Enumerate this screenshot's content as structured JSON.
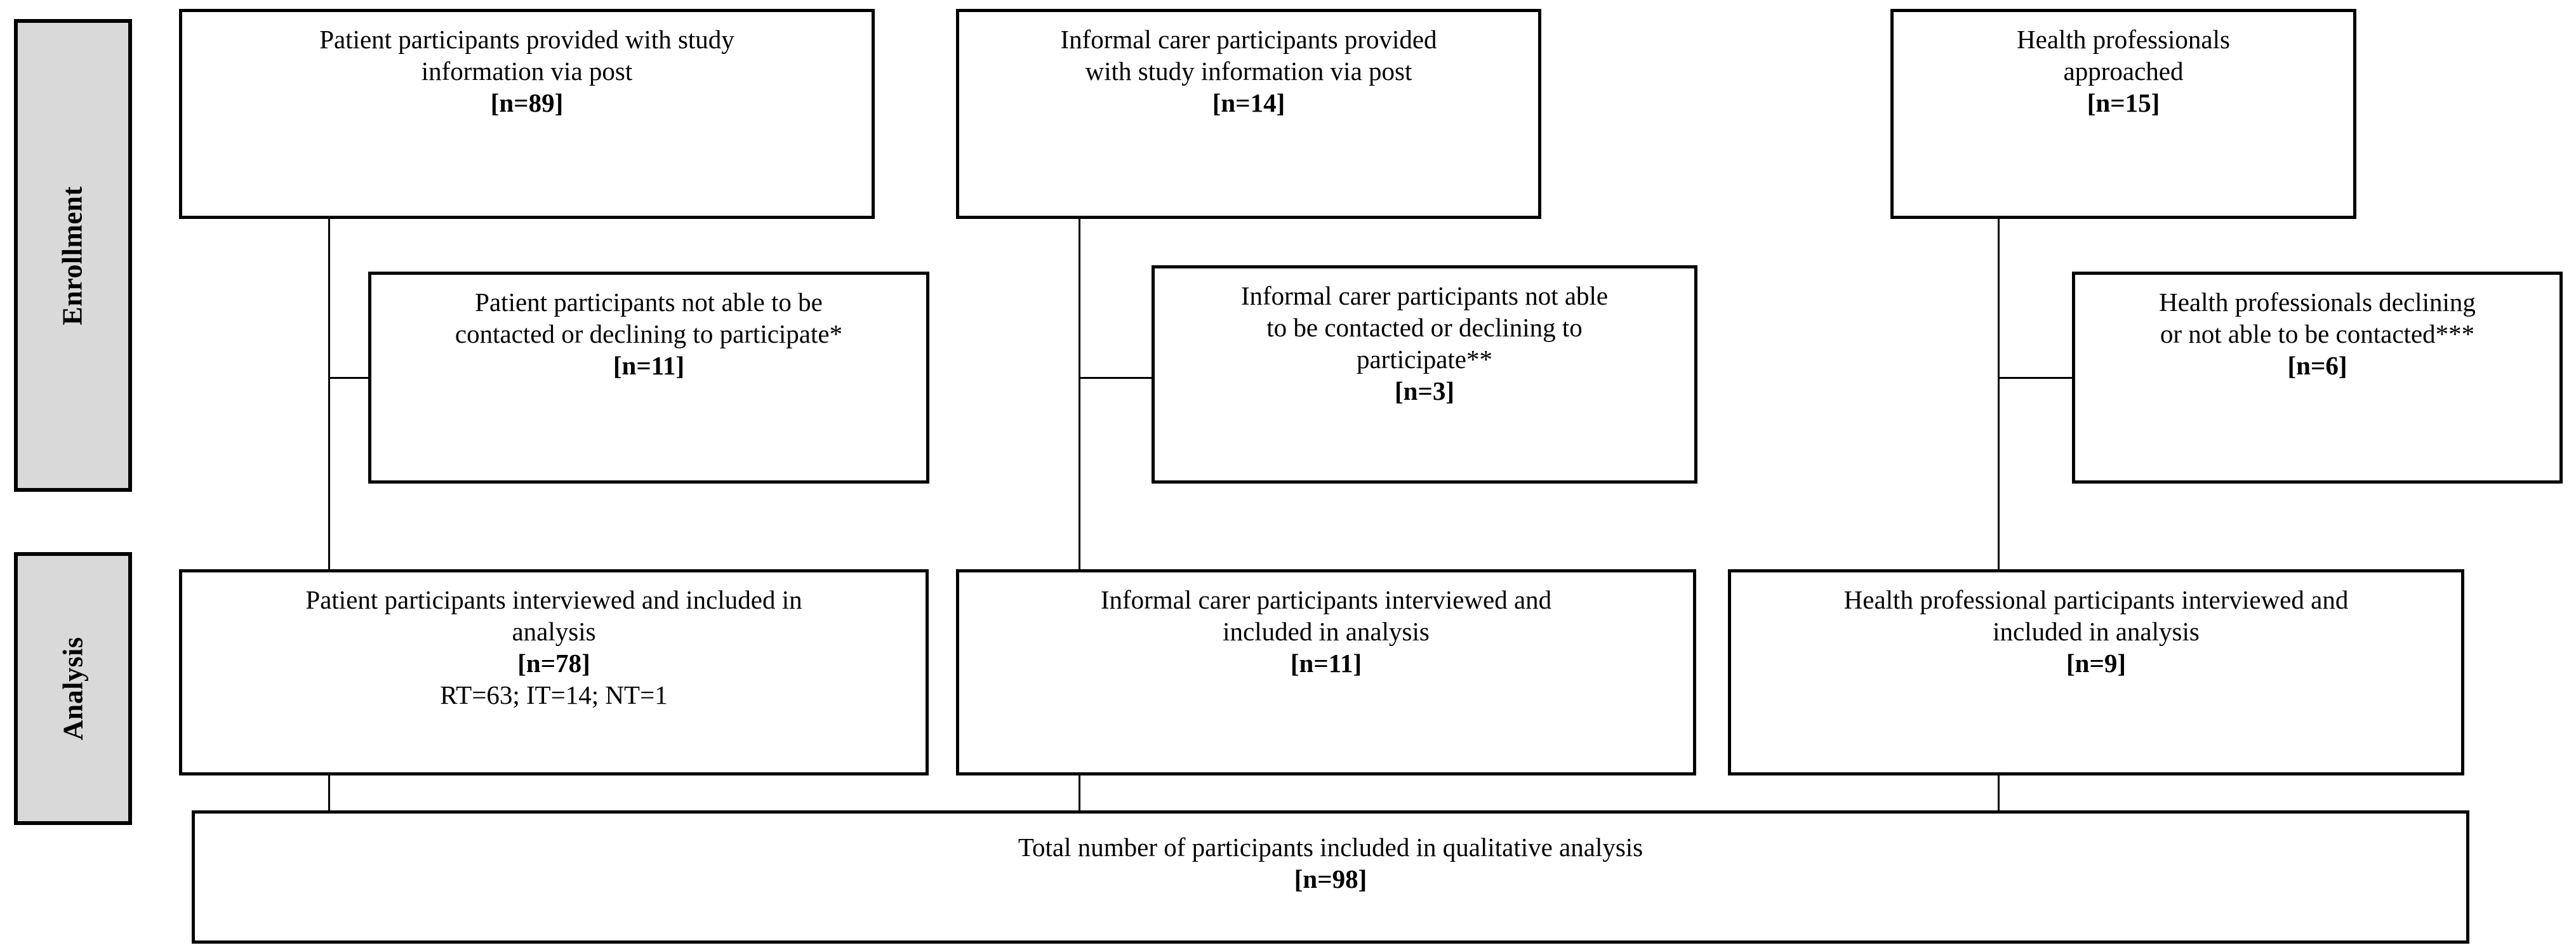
{
  "figure": {
    "type": "participant-flow-diagram",
    "stages": [
      {
        "id": "enrollment",
        "label": "Enrollment"
      },
      {
        "id": "analysis",
        "label": "Analysis"
      }
    ]
  },
  "enrollment_boxes": [
    {
      "id": "patient-approached",
      "lines": [
        {
          "text": "Patient participants provided with study",
          "bold": false
        },
        {
          "text": "information via post",
          "bold": false
        },
        {
          "text": "[n=89]",
          "bold": true
        }
      ],
      "n": 89
    },
    {
      "id": "carer-approached",
      "lines": [
        {
          "text": "Informal carer participants provided",
          "bold": false
        },
        {
          "text": "with study information via post",
          "bold": false
        },
        {
          "text": "[n=14]",
          "bold": true
        }
      ],
      "n": 14
    },
    {
      "id": "hcp-approached",
      "lines": [
        {
          "text": "Health professionals",
          "bold": false
        },
        {
          "text": "approached",
          "bold": false
        },
        {
          "text": "[n=15]",
          "bold": true
        }
      ],
      "n": 15
    }
  ],
  "exclusion_boxes": [
    {
      "id": "patient-excluded",
      "lines": [
        {
          "text": "Patient participants not able to be",
          "bold": false
        },
        {
          "text": "contacted or declining to participate*",
          "bold": false
        },
        {
          "text": "[n=11]",
          "bold": true
        }
      ],
      "n": 11
    },
    {
      "id": "carer-excluded",
      "lines": [
        {
          "text": "Informal carer participants not able",
          "bold": false
        },
        {
          "text": "to be contacted or declining to",
          "bold": false
        },
        {
          "text": "participate**",
          "bold": false
        },
        {
          "text": "[n=3]",
          "bold": true
        }
      ],
      "n": 3
    },
    {
      "id": "hcp-excluded",
      "lines": [
        {
          "text": "Health professionals declining",
          "bold": false
        },
        {
          "text": "or not able to be contacted***",
          "bold": false
        },
        {
          "text": "[n=6]",
          "bold": true
        }
      ],
      "n": 6
    }
  ],
  "analysis_boxes": [
    {
      "id": "patient-analysed",
      "lines": [
        {
          "text": "Patient participants interviewed and included in",
          "bold": false
        },
        {
          "text": "analysis",
          "bold": false
        },
        {
          "text": "[n=78]",
          "bold": true
        },
        {
          "text": "RT=63; IT=14; NT=1",
          "bold": false
        }
      ],
      "n": 78,
      "breakdown": {
        "RT": 63,
        "IT": 14,
        "NT": 1
      }
    },
    {
      "id": "carer-analysed",
      "lines": [
        {
          "text": "Informal carer participants interviewed and",
          "bold": false
        },
        {
          "text": "included in analysis",
          "bold": false
        },
        {
          "text": "[n=11]",
          "bold": true
        }
      ],
      "n": 11
    },
    {
      "id": "hcp-analysed",
      "lines": [
        {
          "text": "Health professional participants interviewed and",
          "bold": false
        },
        {
          "text": "included in analysis",
          "bold": false
        },
        {
          "text": "[n=9]",
          "bold": true
        }
      ],
      "n": 9
    }
  ],
  "total_box": {
    "id": "total-analysed",
    "lines": [
      {
        "text": "Total number of participants included in qualitative analysis",
        "bold": false
      },
      {
        "text": "[n=98]",
        "bold": true
      }
    ],
    "n": 98
  },
  "colors": {
    "band_fill": "#d9d9d9",
    "border": "#000000",
    "box_fill": "#ffffff",
    "text": "#000000"
  }
}
